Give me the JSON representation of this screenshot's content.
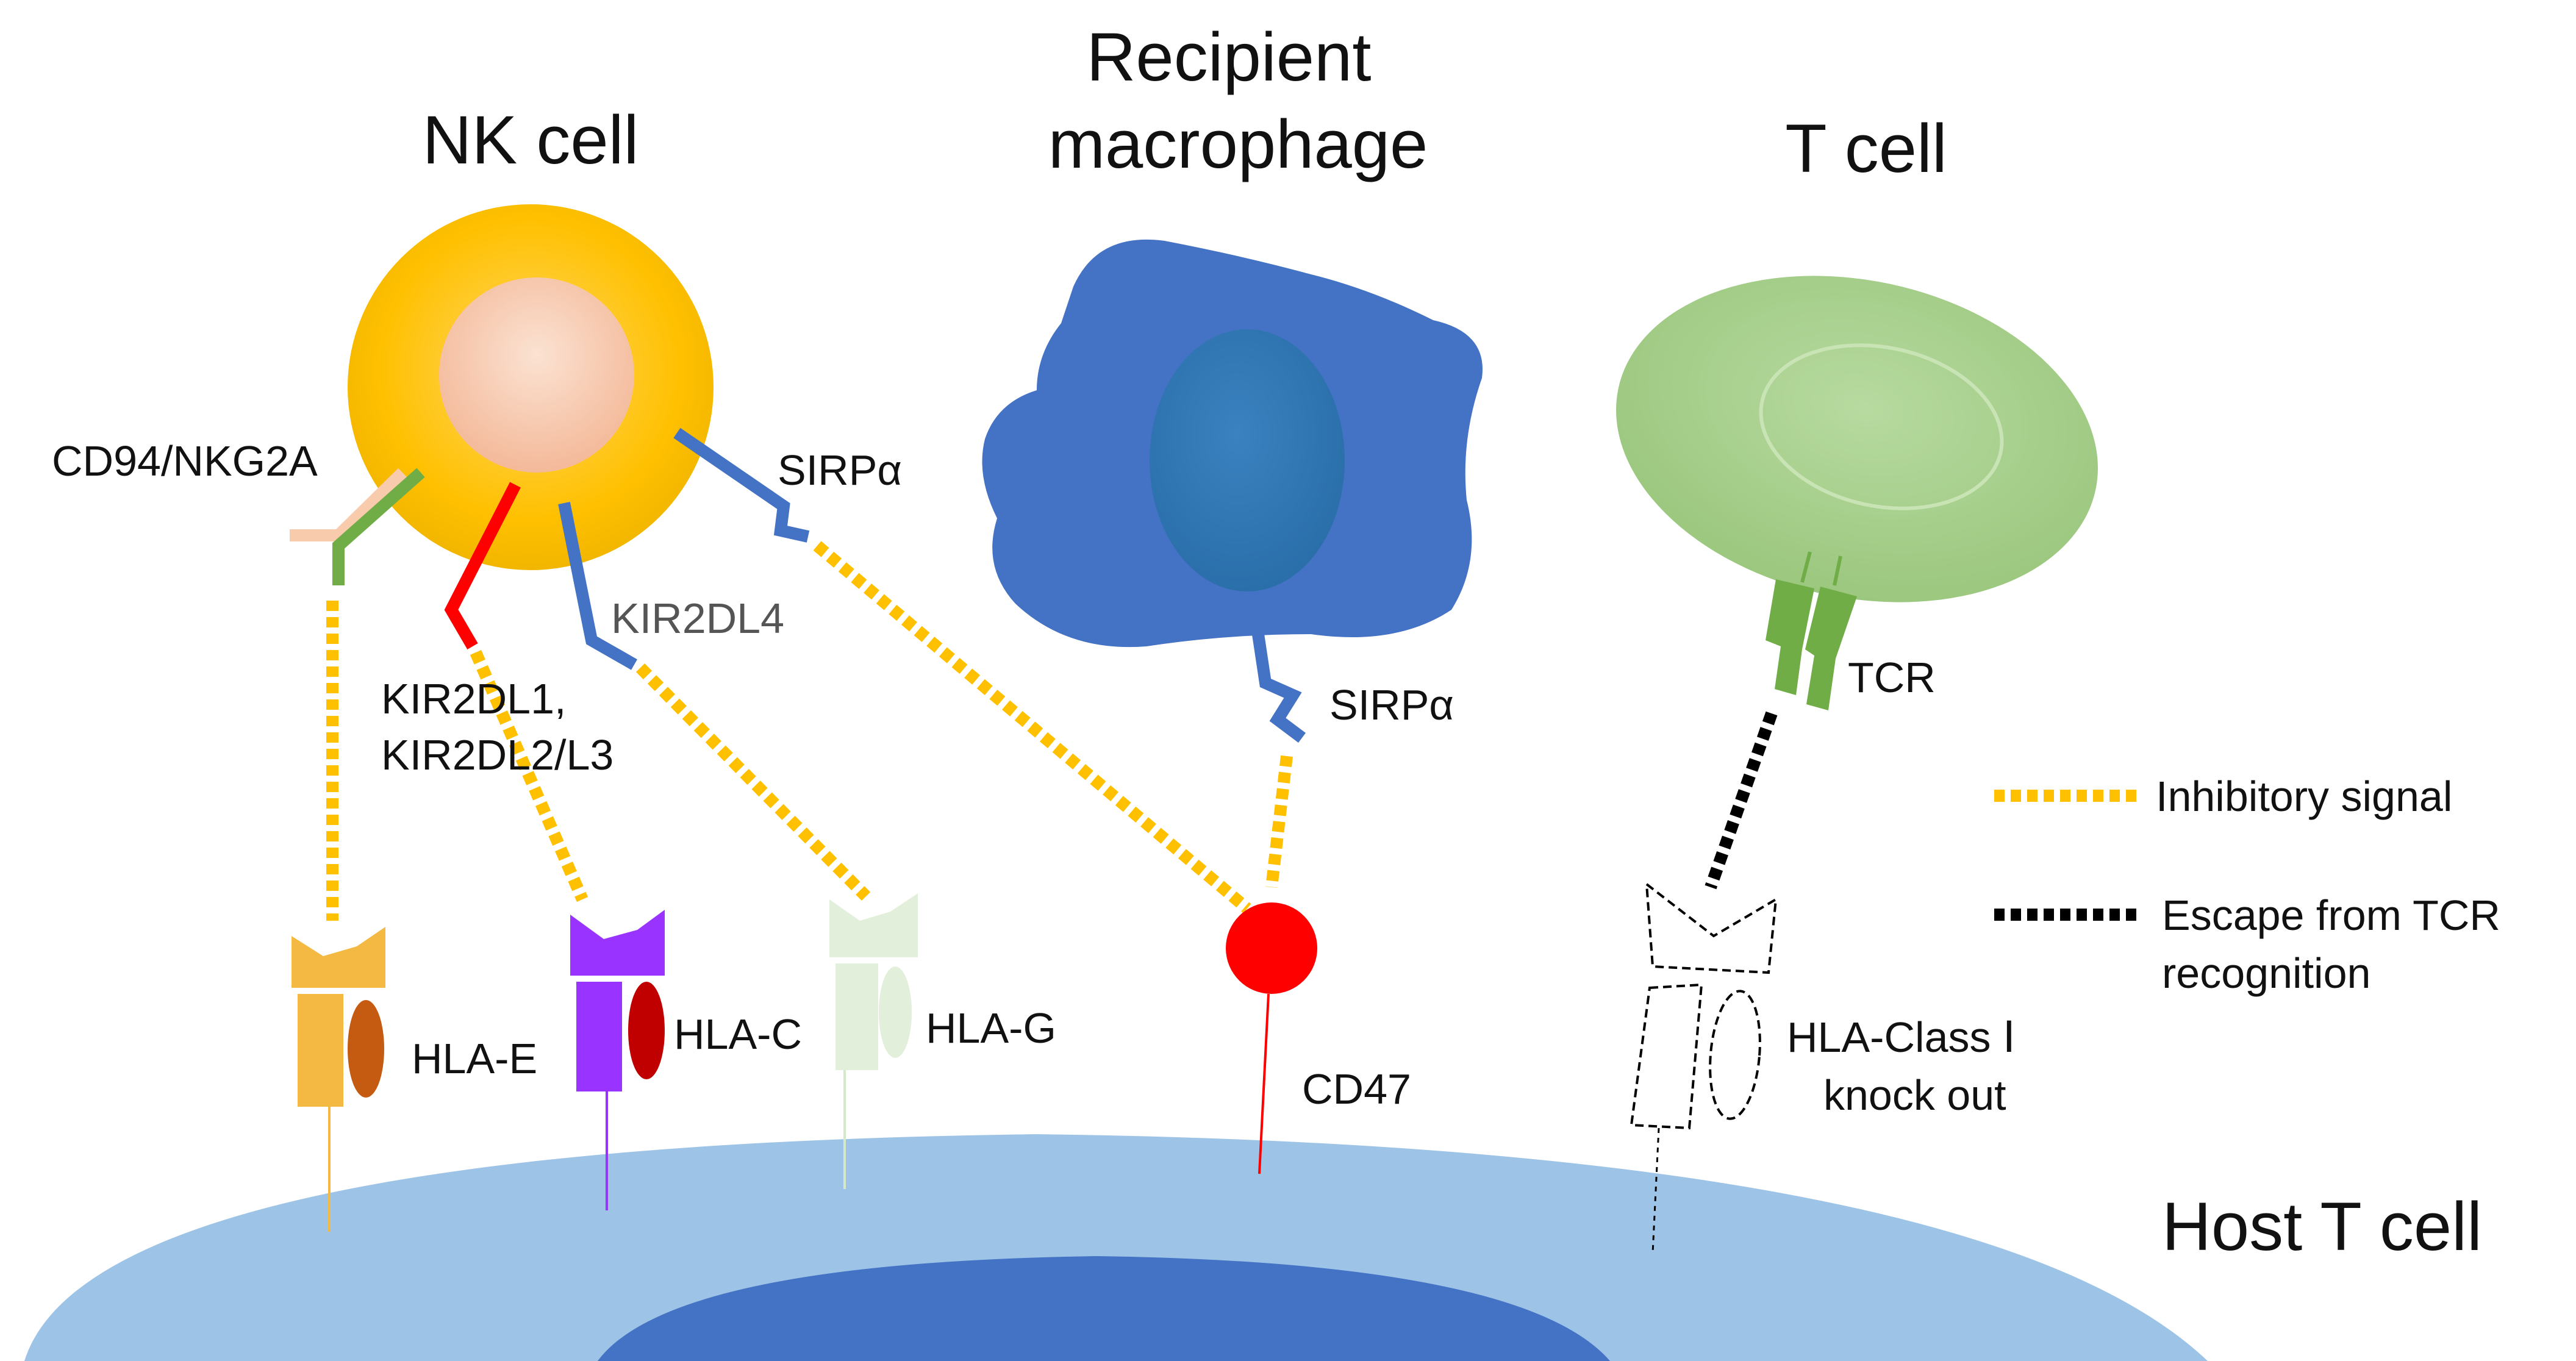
{
  "cells": {
    "nk": {
      "title": "NK cell"
    },
    "macrophage": {
      "title_line1": "Recipient",
      "title_line2": "macrophage"
    },
    "tcell": {
      "title": "T cell"
    },
    "host": {
      "title": "Host T cell"
    }
  },
  "receptors": {
    "cd94": "CD94/NKG2A",
    "sirpa_nk": "SIRPα",
    "kir2dl4": "KIR2DL4",
    "kir2dl1_line1": "KIR2DL1,",
    "kir2dl1_line2": "KIR2DL2/L3",
    "sirpa_mac": "SIRPα",
    "tcr": "TCR"
  },
  "ligands": {
    "hla_e": "HLA-E",
    "hla_c": "HLA-C",
    "hla_g": "HLA-G",
    "cd47": "CD47",
    "hla_ko_line1": "HLA-Class Ⅰ",
    "hla_ko_line2": "knock out"
  },
  "legend": {
    "inhibitory": "Inhibitory signal",
    "escape_line1": "Escape from TCR",
    "escape_line2": "recognition"
  },
  "colors": {
    "nk_cell": "#FFC000",
    "nk_nucleus": "#F8CBAD",
    "macrophage": "#4472C4",
    "macrophage_nucleus": "#2E75B6",
    "tcell": "#A9D18E",
    "host_cell": "#9DC3E6",
    "host_nucleus": "#4472C4",
    "inhibitory_signal": "#FFC000",
    "escape_signal": "#000000",
    "cd94_green": "#70AD47",
    "kir_red": "#FF0000",
    "sirpa_blue": "#4472C4",
    "hla_e": "#F4B942",
    "hla_c": "#9933FF",
    "hla_g": "#E2EFDA",
    "cd47": "#FF0000"
  }
}
